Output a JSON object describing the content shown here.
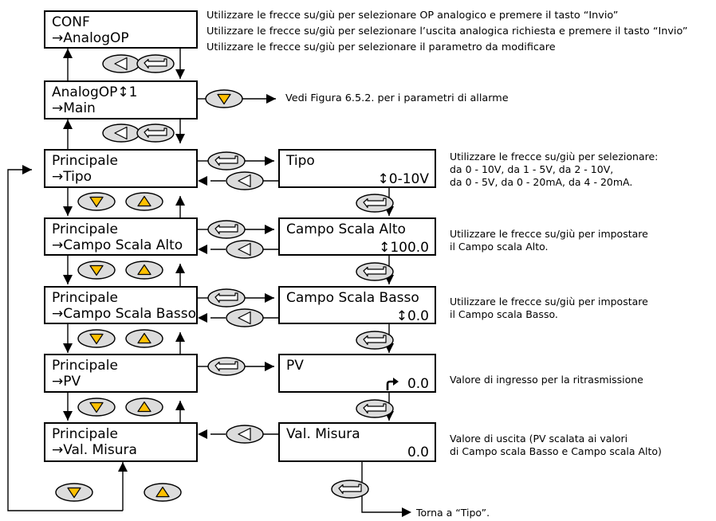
{
  "conf_box": {
    "line1": "CONF",
    "line2": "→AnalogOP"
  },
  "analogop_box": {
    "line1": "AnalogOP↕1",
    "line2": "→Main"
  },
  "menu_boxes": [
    {
      "line1": "Principale",
      "line2": "→Tipo"
    },
    {
      "line1": "Principale",
      "line2": "→Campo Scala Alto"
    },
    {
      "line1": "Principale",
      "line2": "→Campo Scala Basso"
    },
    {
      "line1": "Principale",
      "line2": "→PV"
    },
    {
      "line1": "Principale",
      "line2": "→Val. Misura"
    }
  ],
  "value_boxes": [
    {
      "title": "Tipo",
      "value": "↕0-10V"
    },
    {
      "title": "Campo Scala Alto",
      "value": "↕100.0"
    },
    {
      "title": "Campo Scala Basso",
      "value": "↕0.0"
    },
    {
      "title": "PV",
      "value": "0.0"
    },
    {
      "title": "Val. Misura",
      "value": "0.0"
    }
  ],
  "notes": {
    "top": [
      "Utilizzare le frecce su/giù per selezionare OP analogico e premere il tasto “Invio”",
      "Utilizzare le frecce su/giù per selezionare l’uscita analogica richiesta e premere il tasto “Invio”",
      "Utilizzare le frecce su/giù per selezionare il parametro da modificare"
    ],
    "alarm": "Vedi Figura 6.5.2. per i parametri di allarme",
    "tipo": [
      "Utilizzare le frecce su/giù per selezionare:",
      "da 0 - 10V, da 1 - 5V, da 2 - 10V,",
      "da 0 - 5V, da 0 - 20mA, da 4 - 20mA."
    ],
    "alto": [
      "Utilizzare le frecce su/giù per impostare",
      "il Campo scala Alto."
    ],
    "basso": [
      "Utilizzare le frecce su/giù per impostare",
      "il Campo scala Basso."
    ],
    "pv": "Valore di ingresso per la ritrasmissione",
    "misura": [
      "Valore di uscita (PV scalata ai valori",
      "di Campo scala Basso e Campo scala Alto)"
    ],
    "return": "Torna a “Tipo”."
  },
  "colors": {
    "arrow_key_fill": "#FFC000",
    "key_fill": "#DCDCDC",
    "line": "#000000"
  },
  "icons": {
    "scroll_key": "up-down-arrow-icon",
    "pv_source": "hook-arrow-icon"
  }
}
